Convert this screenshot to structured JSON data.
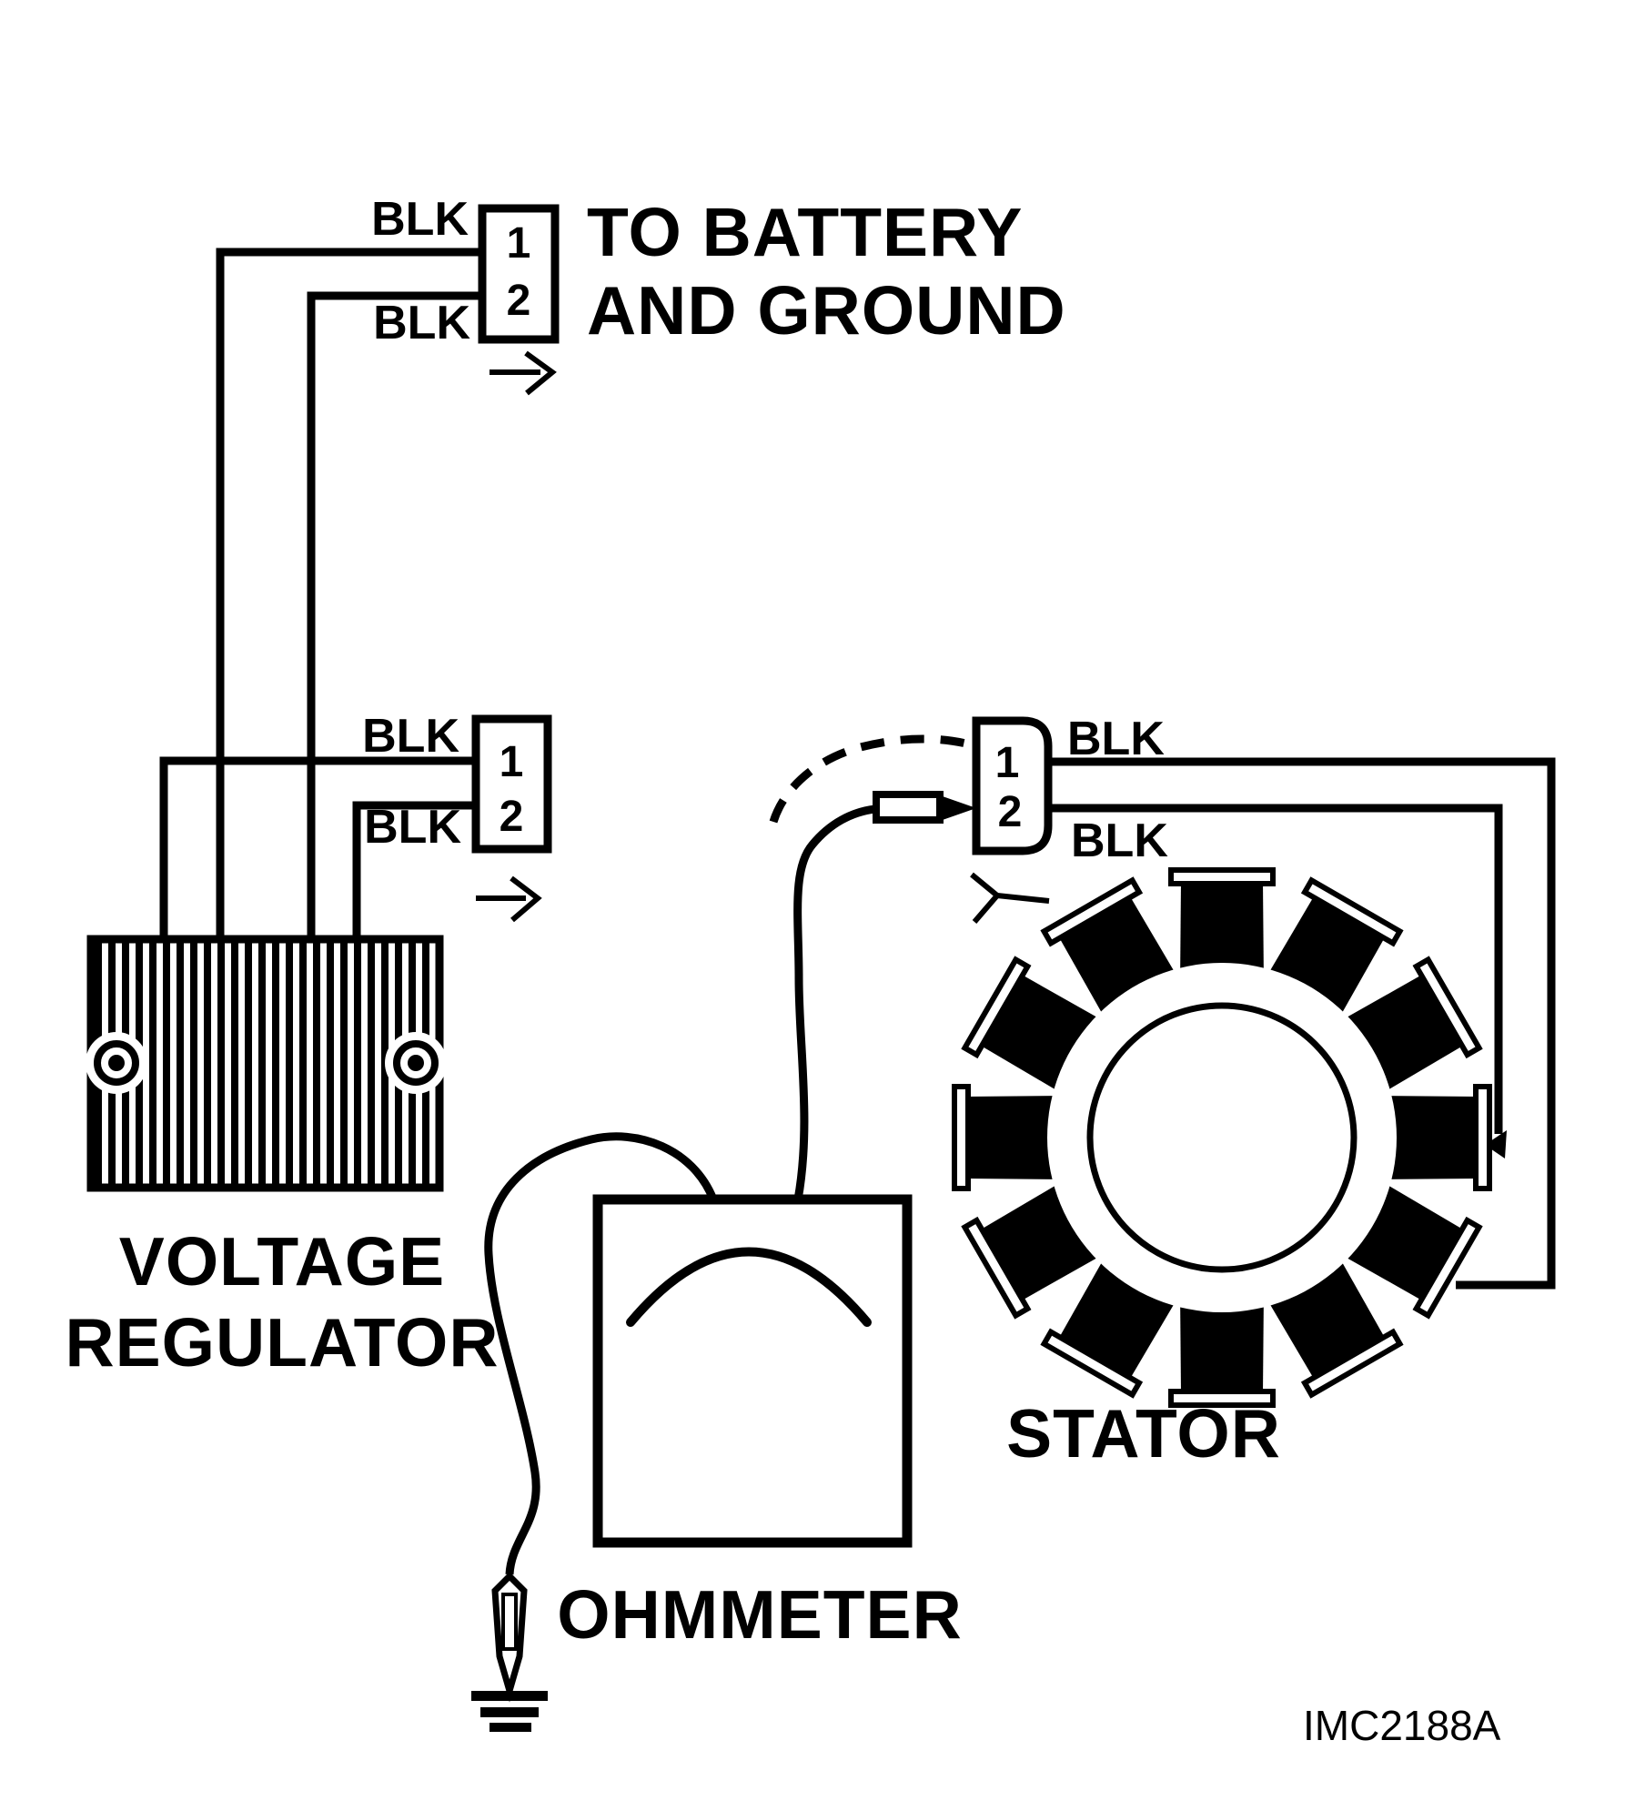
{
  "colors": {
    "ink": "#000000",
    "paper": "#ffffff"
  },
  "battery_connector": {
    "pin1": "1",
    "pin2": "2",
    "wire1_label": "BLK",
    "wire2_label": "BLK"
  },
  "battery_note": {
    "line1": "TO BATTERY",
    "line2": "AND GROUND"
  },
  "regulator_connector": {
    "pin1": "1",
    "pin2": "2",
    "wire1_label": "BLK",
    "wire2_label": "BLK"
  },
  "stator_connector": {
    "pin1": "1",
    "pin2": "2",
    "wire1_label": "BLK",
    "wire2_label": "BLK"
  },
  "components": {
    "voltage_regulator_line1": "VOLTAGE",
    "voltage_regulator_line2": "REGULATOR",
    "ohmmeter": "OHMMETER",
    "stator": "STATOR"
  },
  "figure_id": "IMC2188A",
  "icons": {
    "flow_arrow": "right-arrow",
    "crow_foot_arrow": "lead-pointer-arrow",
    "ground": "earth-ground",
    "probe": "test-probe",
    "bullet": "inline-bullet-connector"
  }
}
